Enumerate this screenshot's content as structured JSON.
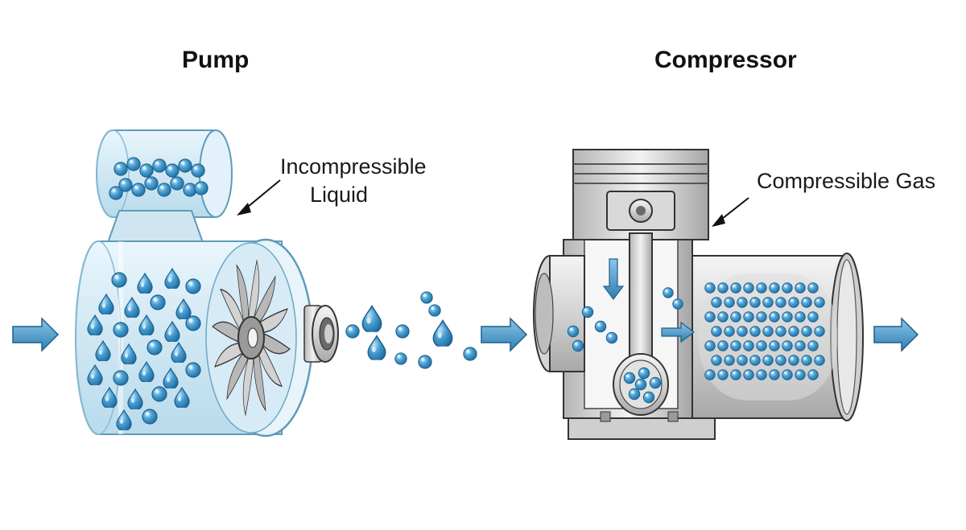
{
  "pump": {
    "title": "Pump",
    "callout_line1": "Incompressible",
    "callout_line2": "Liquid"
  },
  "compressor": {
    "title": "Compressor",
    "callout": "Compressible Gas"
  },
  "colors": {
    "liquid_blue": "#3a8fc4",
    "arrow_blue": "#4b9ccf",
    "glass_fill": "#d9edf7",
    "glass_edge": "#7fb4cf",
    "metal_light": "#e2e2e2",
    "metal_dark": "#8a8a8a",
    "outline": "#222222"
  },
  "icons": [
    "flow-in-arrow",
    "flow-middle-arrow",
    "flow-out-arrow",
    "impeller-icon",
    "piston-icon",
    "stroke-down-arrow",
    "gas-flow-arrow"
  ]
}
